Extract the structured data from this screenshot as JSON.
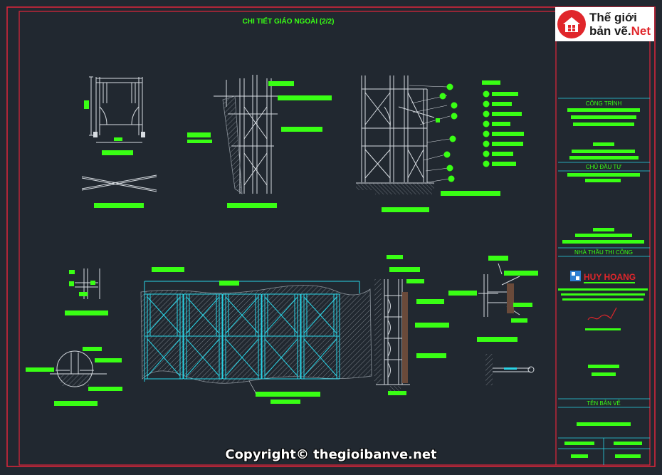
{
  "drawing": {
    "title": "CHI TIẾT GIÁO NGOÀI (2/2)"
  },
  "logo": {
    "line1": "Thế giới",
    "line2_prefix": "bản vẽ.",
    "line2_suffix": "Net"
  },
  "title_block": {
    "project_label": "CÔNG TRÌNH",
    "owner_label": "CHỦ ĐẦU TƯ",
    "contractor_label": "NHÀ THẦU THI CÔNG",
    "contractor_name": "HUY HOANG",
    "drawing_name_label": "TÊN BẢN VẼ"
  },
  "watermark": "Copyright© thegioibanve.net",
  "colors": {
    "background": "#212830",
    "frame": "#e0263b",
    "title_block_lines": "#29d4e6",
    "label_bars": "#39ff14",
    "geometry": "#d8dde2",
    "net_fill": "#29d4e6"
  }
}
